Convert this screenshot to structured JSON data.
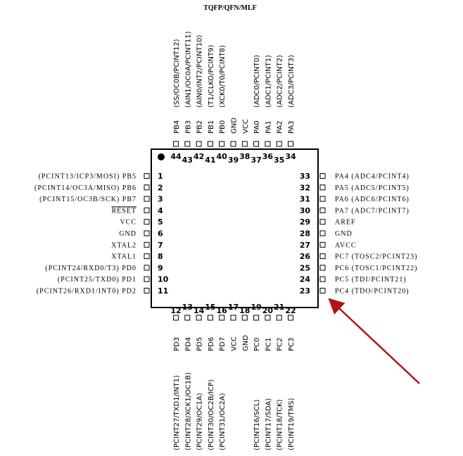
{
  "package": {
    "title": "TQFP/QFN/MLF"
  },
  "colors": {
    "arrow": "#b01515",
    "outline": "#000000"
  },
  "pins": {
    "left": [
      {
        "num": "1",
        "label": "(PCINT13/ICP3/MOSI) PB5"
      },
      {
        "num": "2",
        "label": "(PCINT14/OC3A/MISO) PB6"
      },
      {
        "num": "3",
        "label": "(PCINT15/OC3B/SCK) PB7"
      },
      {
        "num": "4",
        "label": "RESET",
        "overline": true
      },
      {
        "num": "5",
        "label": "VCC"
      },
      {
        "num": "6",
        "label": "GND"
      },
      {
        "num": "7",
        "label": "XTAL2"
      },
      {
        "num": "8",
        "label": "XTAL1"
      },
      {
        "num": "9",
        "label": "(PCINT24/RXD0/T3) PD0"
      },
      {
        "num": "10",
        "label": "(PCINT25/TXD0) PD1"
      },
      {
        "num": "11",
        "label": "(PCINT26/RXD1/INT0) PD2"
      }
    ],
    "right": [
      {
        "num": "33",
        "label": "PA4 (ADC4/PCINT4)"
      },
      {
        "num": "32",
        "label": "PA5 (ADC5/PCINT5)"
      },
      {
        "num": "31",
        "label": "PA6 (ADC6/PCINT6)"
      },
      {
        "num": "30",
        "label": "PA7 (ADC7/PCINT7)"
      },
      {
        "num": "29",
        "label": "AREF"
      },
      {
        "num": "28",
        "label": "GND"
      },
      {
        "num": "27",
        "label": "AVCC"
      },
      {
        "num": "26",
        "label": "PC7 (TOSC2/PCINT23)"
      },
      {
        "num": "25",
        "label": "PC6 (TOSC1/PCINT22)"
      },
      {
        "num": "24",
        "label": "PC5 (TDI/PCINT21)"
      },
      {
        "num": "23",
        "label": "PC4 (TDO/PCINT20)"
      }
    ],
    "top": [
      {
        "num": "44",
        "label": "PB4",
        "alt": "(SS/OC0B/PCINT12)",
        "overline_ss": true
      },
      {
        "num": "43",
        "label": "PB3",
        "alt": "(AIN1/OC0A/PCINT11)"
      },
      {
        "num": "42",
        "label": "PB2",
        "alt": "(AIN0/INT2/PCINT10)"
      },
      {
        "num": "41",
        "label": "PB1",
        "alt": "(T1/CLKO/PCINT9)"
      },
      {
        "num": "40",
        "label": "PB0",
        "alt": "(XCK0/T0/PCINT8)"
      },
      {
        "num": "39",
        "label": "GND",
        "alt": ""
      },
      {
        "num": "38",
        "label": "VCC",
        "alt": ""
      },
      {
        "num": "37",
        "label": "PA0",
        "alt": "(ADC0/PCINT0)"
      },
      {
        "num": "36",
        "label": "PA1",
        "alt": "(ADC1/PCINT1)"
      },
      {
        "num": "35",
        "label": "PA2",
        "alt": "(ADC2/PCINT2)"
      },
      {
        "num": "34",
        "label": "PA3",
        "alt": "(ADC3/PCINT3)"
      }
    ],
    "bottom": [
      {
        "num": "12",
        "label": "PD3",
        "alt": "(PCINT27/TXD1/INT1)"
      },
      {
        "num": "13",
        "label": "PD4",
        "alt": "(PCINT28/XCK1/OC1B)"
      },
      {
        "num": "14",
        "label": "PD5",
        "alt": "(PCINT29/OC1A)"
      },
      {
        "num": "15",
        "label": "PD6",
        "alt": "(PCINT30/OC2B/ICP)"
      },
      {
        "num": "16",
        "label": "PD7",
        "alt": "(PCINT31/OC2A)"
      },
      {
        "num": "17",
        "label": "VCC",
        "alt": ""
      },
      {
        "num": "18",
        "label": "GND",
        "alt": ""
      },
      {
        "num": "19",
        "label": "PC0",
        "alt": "(PCINT16/SCL)"
      },
      {
        "num": "20",
        "label": "PC1",
        "alt": "(PCINT17/SDA)"
      },
      {
        "num": "21",
        "label": "PC2",
        "alt": "(PCINT18/TCK)"
      },
      {
        "num": "22",
        "label": "PC3",
        "alt": "(PCINT19/TMS)"
      }
    ]
  }
}
